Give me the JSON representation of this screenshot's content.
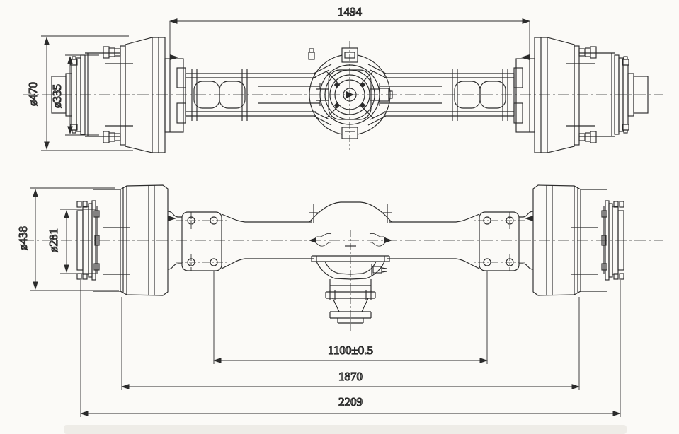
{
  "sheet": {
    "background": "#fbfaf7",
    "line_color": "#2b2b2b",
    "description": "drive-axle-two-view-technical-drawing"
  },
  "front_view": {
    "dims": {
      "span": "1494",
      "drum_od": "ø470",
      "pilot_od": "ø335"
    }
  },
  "plan_view": {
    "dims": {
      "drum_od": "ø438",
      "pilot_od": "ø281",
      "spring_span": "1100±0.5",
      "face_span": "1870",
      "overall": "2209"
    }
  }
}
